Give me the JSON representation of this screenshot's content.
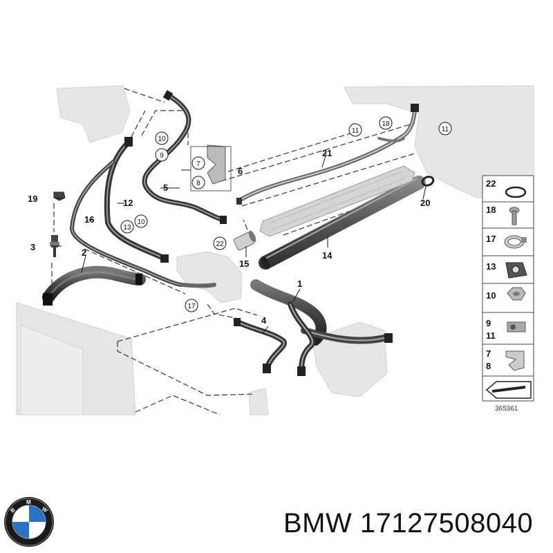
{
  "callouts": {
    "c1": "1",
    "c2": "2",
    "c3": "3",
    "c4": "4",
    "c5": "5",
    "c6": "6",
    "c7": "7",
    "c8": "8",
    "c9": "9",
    "c10": "10",
    "c11": "11",
    "c12": "12",
    "c13": "13",
    "c14": "14",
    "c15": "15",
    "c16": "16",
    "c17": "17",
    "c18": "18",
    "c19": "19",
    "c20": "20",
    "c21": "21",
    "c22": "22"
  },
  "parts_panel": {
    "rows": [
      {
        "label": "22"
      },
      {
        "label": "18"
      },
      {
        "label": "17"
      },
      {
        "label": "13"
      },
      {
        "label": "10"
      },
      {
        "label": "9",
        "label2": "11"
      },
      {
        "label": "7",
        "label2": "8"
      }
    ],
    "doc_number": "365361"
  },
  "footer": {
    "brand_logo_text": "BMW",
    "part_text": "BMW 17127508040"
  }
}
